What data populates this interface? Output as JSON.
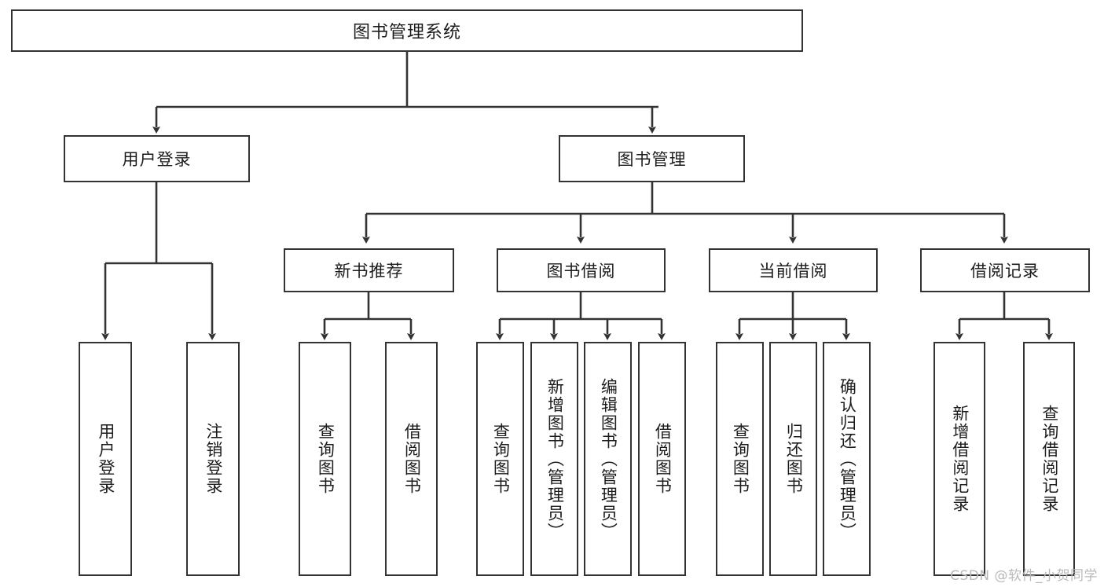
{
  "diagram": {
    "title": "图书管理系统",
    "type": "功能结构图",
    "root": {
      "id": "root",
      "label": "图书管理系统"
    },
    "level2": [
      {
        "id": "user-login",
        "label": "用户登录"
      },
      {
        "id": "book-management",
        "label": "图书管理"
      }
    ],
    "level3": [
      {
        "id": "new-book-recommend",
        "label": "新书推荐",
        "parent": "book-management"
      },
      {
        "id": "book-borrow",
        "label": "图书借阅",
        "parent": "book-management"
      },
      {
        "id": "current-borrow",
        "label": "当前借阅",
        "parent": "book-management"
      },
      {
        "id": "borrow-record",
        "label": "借阅记录",
        "parent": "book-management"
      }
    ],
    "leaves": [
      {
        "id": "leaf-user-login",
        "label": "用户登录",
        "parent": "user-login"
      },
      {
        "id": "leaf-user-logout",
        "label": "注销登录",
        "parent": "user-login"
      },
      {
        "id": "leaf-query-book-1",
        "label": "查询图书",
        "parent": "new-book-recommend"
      },
      {
        "id": "leaf-borrow-book-1",
        "label": "借阅图书",
        "parent": "new-book-recommend"
      },
      {
        "id": "leaf-query-book-2",
        "label": "查询图书",
        "parent": "book-borrow"
      },
      {
        "id": "leaf-add-book",
        "label": "新增图书（管理员）",
        "parent": "book-borrow"
      },
      {
        "id": "leaf-edit-book",
        "label": "编辑图书（管理员）",
        "parent": "book-borrow"
      },
      {
        "id": "leaf-borrow-book-2",
        "label": "借阅图书",
        "parent": "book-borrow"
      },
      {
        "id": "leaf-query-book-3",
        "label": "查询图书",
        "parent": "current-borrow"
      },
      {
        "id": "leaf-return-book",
        "label": "归还图书",
        "parent": "current-borrow"
      },
      {
        "id": "leaf-confirm-return",
        "label": "确认归还（管理员）",
        "parent": "current-borrow"
      },
      {
        "id": "leaf-add-record",
        "label": "新增借阅记录",
        "parent": "borrow-record"
      },
      {
        "id": "leaf-query-record",
        "label": "查询借阅记录",
        "parent": "borrow-record"
      }
    ]
  },
  "watermark": {
    "text": "CSDN @软件_小贺同学"
  },
  "colors": {
    "border": "#333333",
    "text": "#1c1c1c",
    "background": "#ffffff",
    "watermark": "#b9b9b9"
  }
}
